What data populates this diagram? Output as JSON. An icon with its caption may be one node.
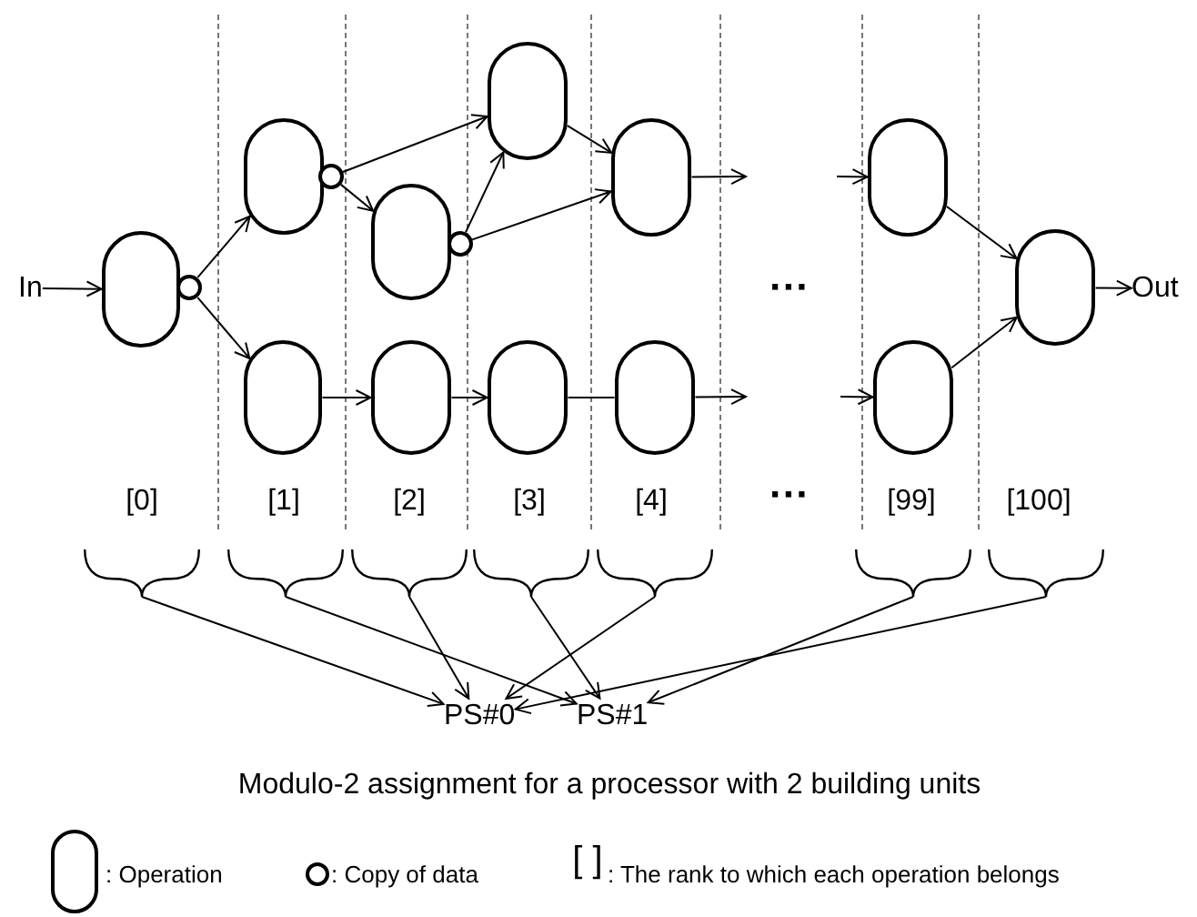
{
  "diagram": {
    "caption": "Modulo-2 assignment for a processor with 2 building units",
    "nodes": [
      {
        "text": [
          "In"
        ]
      },
      {
        "text": [],
        "shape": "oval"
      },
      {
        "text": [],
        "shape": "circle"
      },
      {
        "text": [],
        "shape": "oval"
      },
      {
        "text": [],
        "shape": "circle"
      },
      {
        "text": [],
        "shape": "oval"
      },
      {
        "text": [],
        "shape": "oval"
      },
      {
        "text": [],
        "shape": "circle"
      },
      {
        "text": [],
        "shape": "oval"
      },
      {
        "text": [],
        "shape": "oval"
      },
      {
        "text": [],
        "shape": "oval"
      },
      {
        "text": [],
        "shape": "oval"
      },
      {
        "text": [],
        "shape": "oval"
      },
      {
        "text": [],
        "shape": "oval"
      },
      {
        "text": [],
        "shape": "oval"
      },
      {
        "text": [],
        "shape": "oval"
      },
      {
        "text": [
          "Out"
        ]
      },
      {
        "text": [],
        "shape": "brace"
      },
      {
        "text": [],
        "shape": "brace"
      },
      {
        "text": [],
        "shape": "brace"
      },
      {
        "text": [],
        "shape": "brace"
      },
      {
        "text": [],
        "shape": "brace"
      },
      {
        "text": [],
        "shape": "brace"
      },
      {
        "text": [],
        "shape": "brace"
      },
      {
        "text": [
          "PS#0"
        ]
      },
      {
        "text": [
          "PS#1"
        ]
      }
    ],
    "edges": [
      {
        "from": 0,
        "to": 1,
        "arrow": "to"
      },
      {
        "from": 2,
        "to": 3,
        "arrow": "to"
      },
      {
        "from": 2,
        "to": 5,
        "arrow": "to"
      },
      {
        "from": 4,
        "to": 9,
        "arrow": "to"
      },
      {
        "from": 4,
        "to": 6,
        "arrow": "to"
      },
      {
        "from": 7,
        "to": 9,
        "arrow": "to"
      },
      {
        "from": 7,
        "to": 11,
        "arrow": "to"
      },
      {
        "from": 9,
        "to": 11,
        "arrow": "to"
      },
      {
        "from": 5,
        "to": 8,
        "arrow": "to"
      },
      {
        "from": 8,
        "to": 10,
        "arrow": "to"
      },
      {
        "from": 10,
        "to": 12,
        "arrow": "none"
      },
      {
        "from": 11,
        "to": null,
        "arrow": "to"
      },
      {
        "from": 12,
        "to": null,
        "arrow": "to"
      },
      {
        "from": null,
        "to": 13,
        "arrow": "to"
      },
      {
        "from": null,
        "to": 14,
        "arrow": "to"
      },
      {
        "from": 13,
        "to": 15,
        "arrow": "to"
      },
      {
        "from": 14,
        "to": 15,
        "arrow": "to"
      },
      {
        "from": 15,
        "to": 16,
        "arrow": "to"
      },
      {
        "from": 17,
        "to": 24,
        "arrow": "to"
      },
      {
        "from": 18,
        "to": 25,
        "arrow": "to"
      },
      {
        "from": 19,
        "to": 24,
        "arrow": "to"
      },
      {
        "from": 20,
        "to": 25,
        "arrow": "to"
      },
      {
        "from": 21,
        "to": 24,
        "arrow": "to"
      },
      {
        "from": 22,
        "to": 25,
        "arrow": "to"
      },
      {
        "from": 23,
        "to": 24,
        "arrow": "to"
      }
    ],
    "labels": [
      "···",
      "[0]",
      "[1]",
      "[2]",
      "[3]",
      "[4]",
      "···",
      "[99]",
      "[100]",
      "[ ]"
    ],
    "legend": [
      {
        "text": ": Operation"
      },
      {
        "text": ": Copy of data"
      },
      {
        "text": ": The rank to which each operation belongs"
      }
    ]
  }
}
